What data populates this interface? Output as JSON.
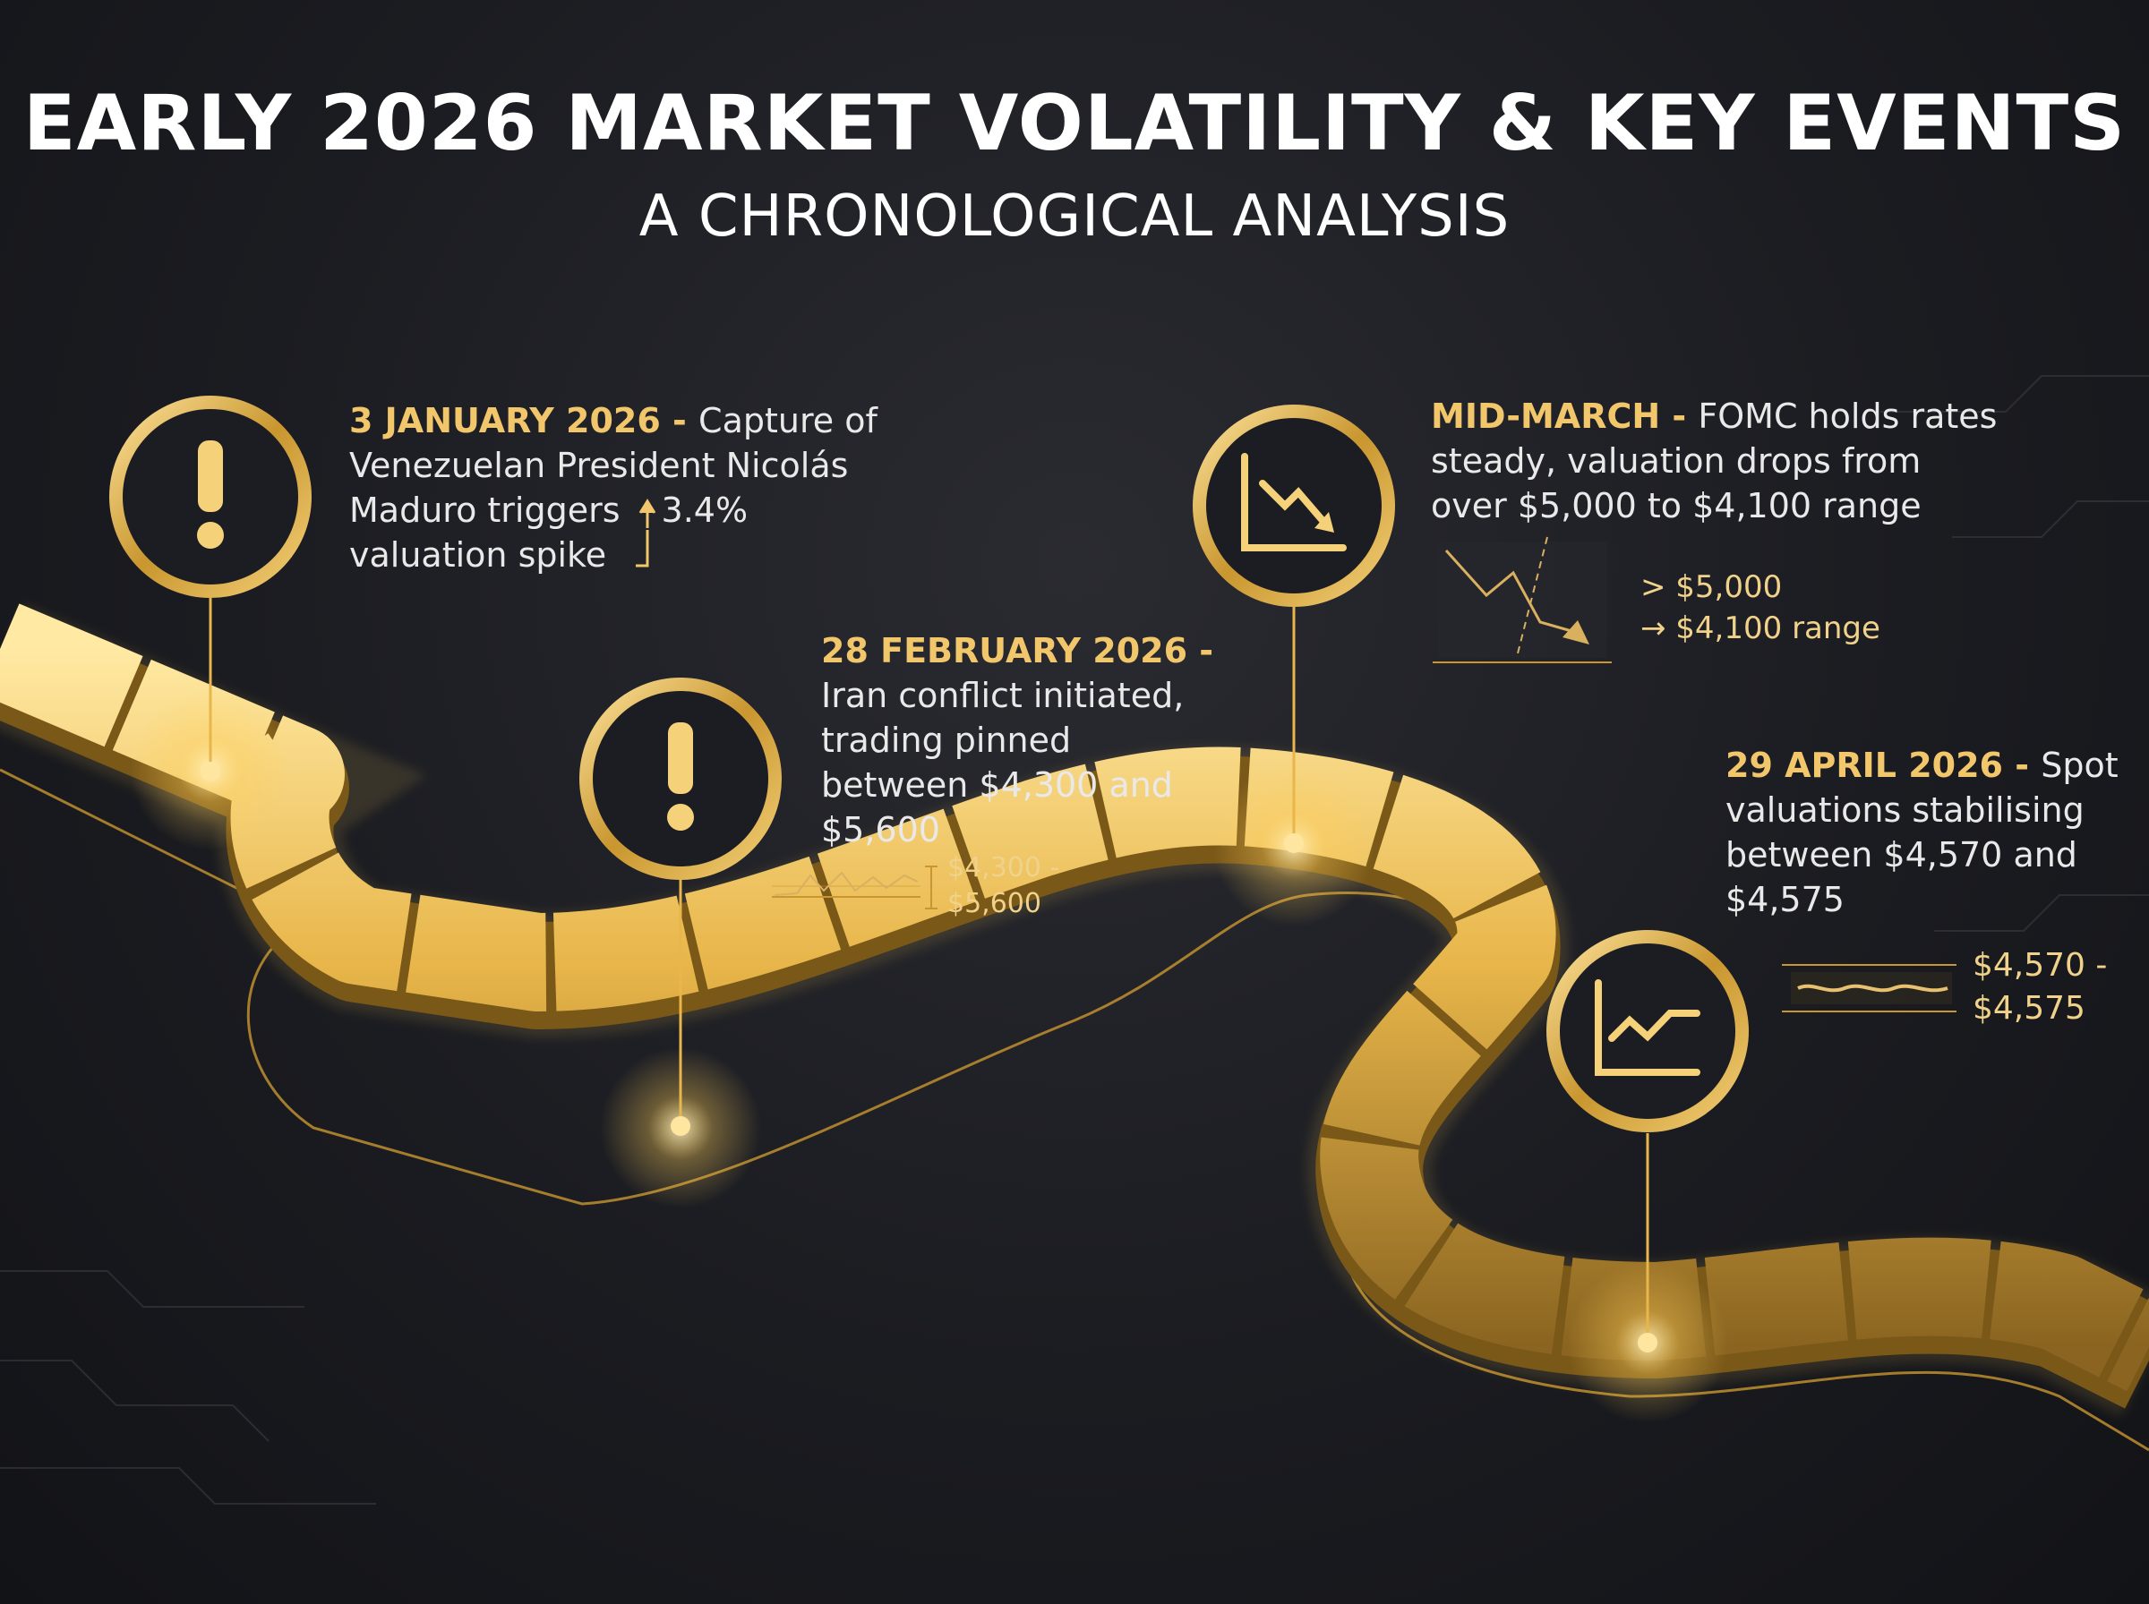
{
  "title": "EARLY 2026 MARKET VOLATILITY & KEY EVENTS",
  "subtitle": "A CHRONOLOGICAL ANALYSIS",
  "colors": {
    "gold": "#f2c66a",
    "background": "#1b1c21",
    "text": "#e9e9e9"
  },
  "events": [
    {
      "date": "3 JANUARY 2026",
      "lines": [
        "Capture of",
        "Venezuelan President Nicolás",
        "Maduro triggers",
        "valuation spike"
      ],
      "change": "3.4%",
      "icon": "alert-icon"
    },
    {
      "date": "28 FEBRUARY 2026",
      "lines": [
        "Iran conflict initiated,",
        "trading pinned",
        "between $4,300 and",
        "$5,600"
      ],
      "range_label": [
        "$4,300 -",
        "$5,600"
      ],
      "icon": "alert-icon"
    },
    {
      "date": "MID-MARCH",
      "lines": [
        "FOMC holds rates",
        "steady, valuation drops from",
        "over $5,000 to $4,100 range"
      ],
      "range_label": [
        "> $5,000",
        "→ $4,100 range"
      ],
      "icon": "chart-down-icon"
    },
    {
      "date": "29 APRIL 2026",
      "lines": [
        "Spot",
        "valuations stabilising",
        "between $4,570 and",
        "$4,575"
      ],
      "range_label": [
        "$4,570 -",
        "$4,575"
      ],
      "icon": "chart-up-icon"
    }
  ]
}
